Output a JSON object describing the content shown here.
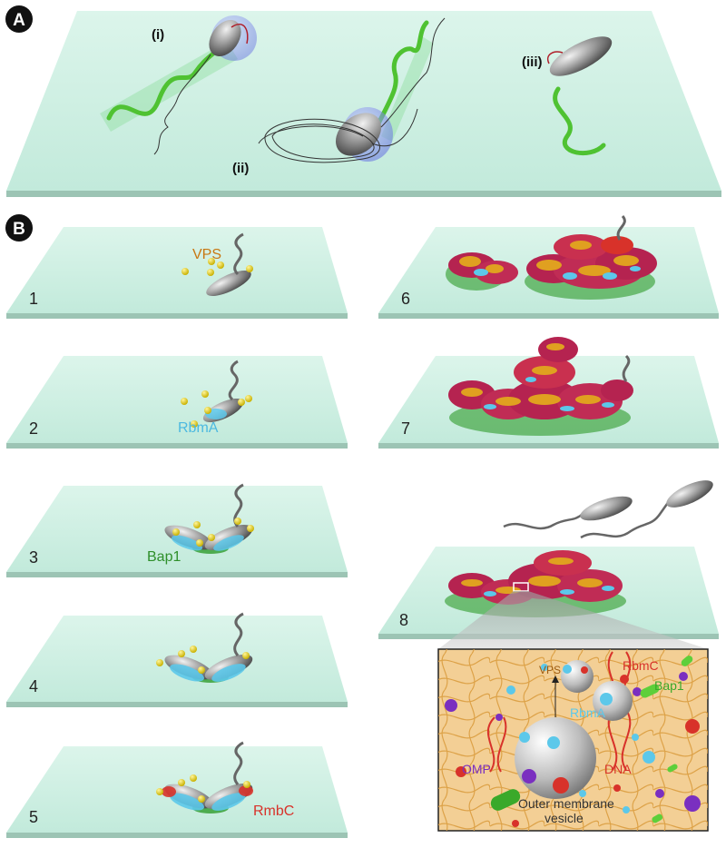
{
  "panel_a": {
    "letter": "A",
    "labels": [
      "(i)",
      "(ii)",
      "(iii)"
    ]
  },
  "panel_b": {
    "letter": "B",
    "steps": [
      {
        "number": "1",
        "label": "VPS"
      },
      {
        "number": "2",
        "label": "RbmA"
      },
      {
        "number": "3",
        "label": "Bap1"
      },
      {
        "number": "4",
        "label": ""
      },
      {
        "number": "5",
        "label": "RmbC"
      },
      {
        "number": "6",
        "label": ""
      },
      {
        "number": "7",
        "label": ""
      },
      {
        "number": "8",
        "label": ""
      }
    ]
  },
  "inset": {
    "labels": {
      "vps": "VPS",
      "rbmc": "RbmC",
      "bap1": "Bap1",
      "rbma": "RbmA",
      "omp": "OMP",
      "dna": "DNA",
      "vesicle_line1": "Outer membrane",
      "vesicle_line2": "vesicle"
    }
  },
  "colors": {
    "surface": "#c9eee0",
    "surface_edge": "#8fb5a5",
    "flagellum": "#5ecf3a",
    "cell": "#8a8a8a",
    "vps": "#e08a14",
    "rbma": "#5cc8ea",
    "bap1": "#2e9b2a",
    "rbmc": "#d8322a",
    "omp": "#7a2fc0",
    "matrix_bg": "#f3cf95"
  }
}
